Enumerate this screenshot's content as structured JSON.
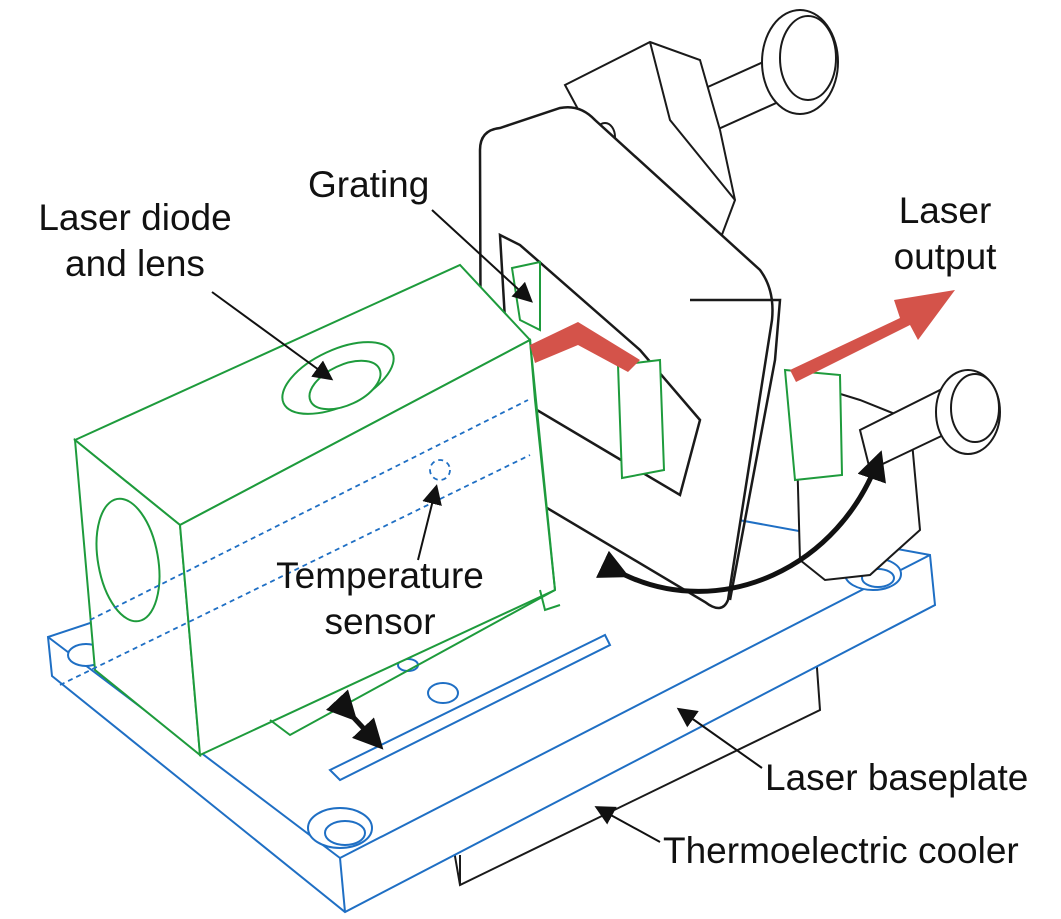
{
  "diagram": {
    "labels": {
      "laser_diode": [
        "Laser diode",
        "and lens"
      ],
      "grating": "Grating",
      "laser_output": [
        "Laser",
        "output"
      ],
      "temperature_sensor": [
        "Temperature",
        "sensor"
      ],
      "laser_baseplate": "Laser baseplate",
      "thermoelectric_cooler": "Thermoelectric cooler"
    },
    "colors": {
      "diode_mount": "#1e9b3c",
      "baseplate": "#1f6fc4",
      "laser_beam": "#d4534a",
      "mechanics": "#1a1a1a"
    }
  }
}
